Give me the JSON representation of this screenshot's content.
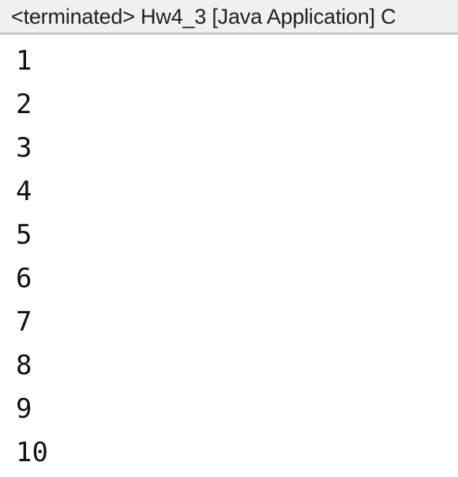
{
  "console": {
    "title": "<terminated> Hw4_3 [Java Application] C",
    "lines": [
      "1",
      "2",
      "3",
      "4",
      "5",
      "6",
      "7",
      "8",
      "9",
      "10"
    ]
  }
}
